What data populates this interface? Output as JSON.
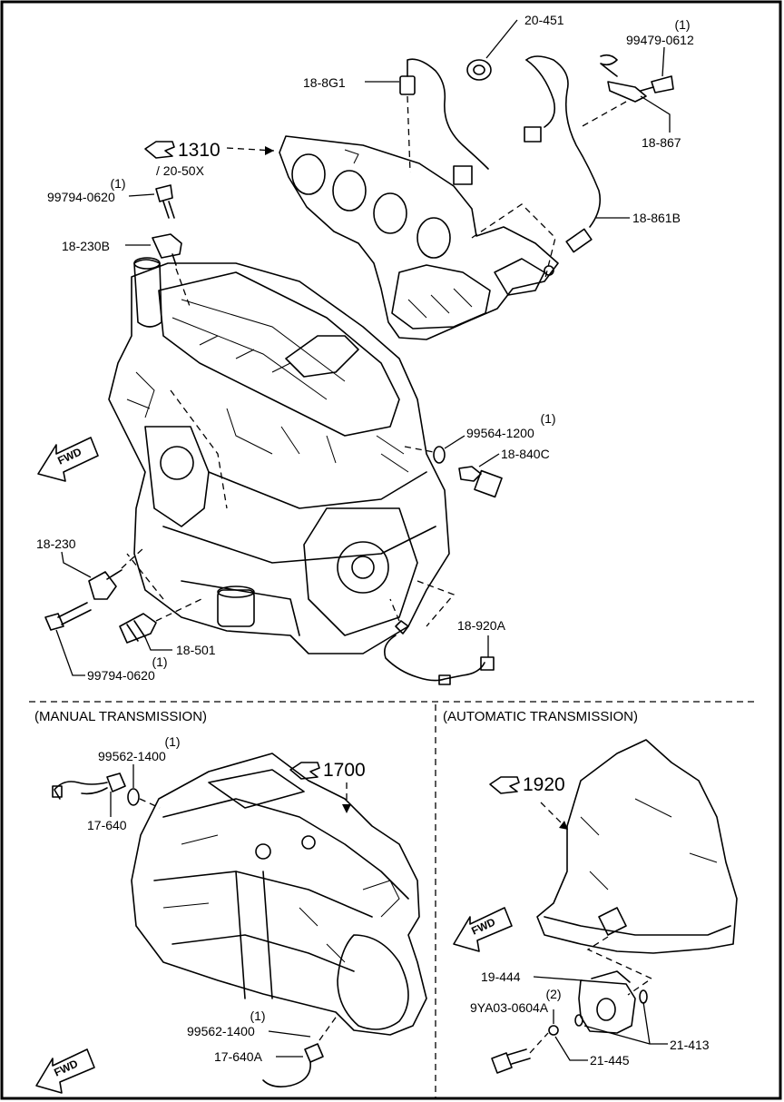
{
  "parts": {
    "p20_451": "20-451",
    "p99479_0612_qty": "(1)",
    "p99479_0612": "99479-0612",
    "p18_8g1": "18-8G1",
    "p18_867": "18-867",
    "p1310": "1310",
    "p20_50x": "/ 20-50X",
    "p99794_0620_top_qty": "(1)",
    "p99794_0620_top": "99794-0620",
    "p18_861b": "18-861B",
    "p18_230b": "18-230B",
    "p99564_1200_qty": "(1)",
    "p99564_1200": "99564-1200",
    "p18_840c": "18-840C",
    "p18_230": "18-230",
    "p18_920a": "18-920A",
    "p18_501": "18-501",
    "p18_501_qty": "(1)",
    "p99794_0620_bottom": "99794-0620"
  },
  "manual": {
    "title": "(MANUAL TRANSMISSION)",
    "p99562_1400_top_qty": "(1)",
    "p99562_1400_top": "99562-1400",
    "p1700": "1700",
    "p17_640": "17-640",
    "p99562_1400_bottom_qty": "(1)",
    "p99562_1400_bottom": "99562-1400",
    "p17_640a": "17-640A",
    "fwd": "FWD"
  },
  "automatic": {
    "title": "(AUTOMATIC TRANSMISSION)",
    "p1920": "1920",
    "p19_444": "19-444",
    "p9ya03_qty": "(2)",
    "p9ya03": "9YA03-0604A",
    "p21_413": "21-413",
    "p21_445": "21-445",
    "fwd": "FWD"
  },
  "engine": {
    "fwd": "FWD"
  }
}
